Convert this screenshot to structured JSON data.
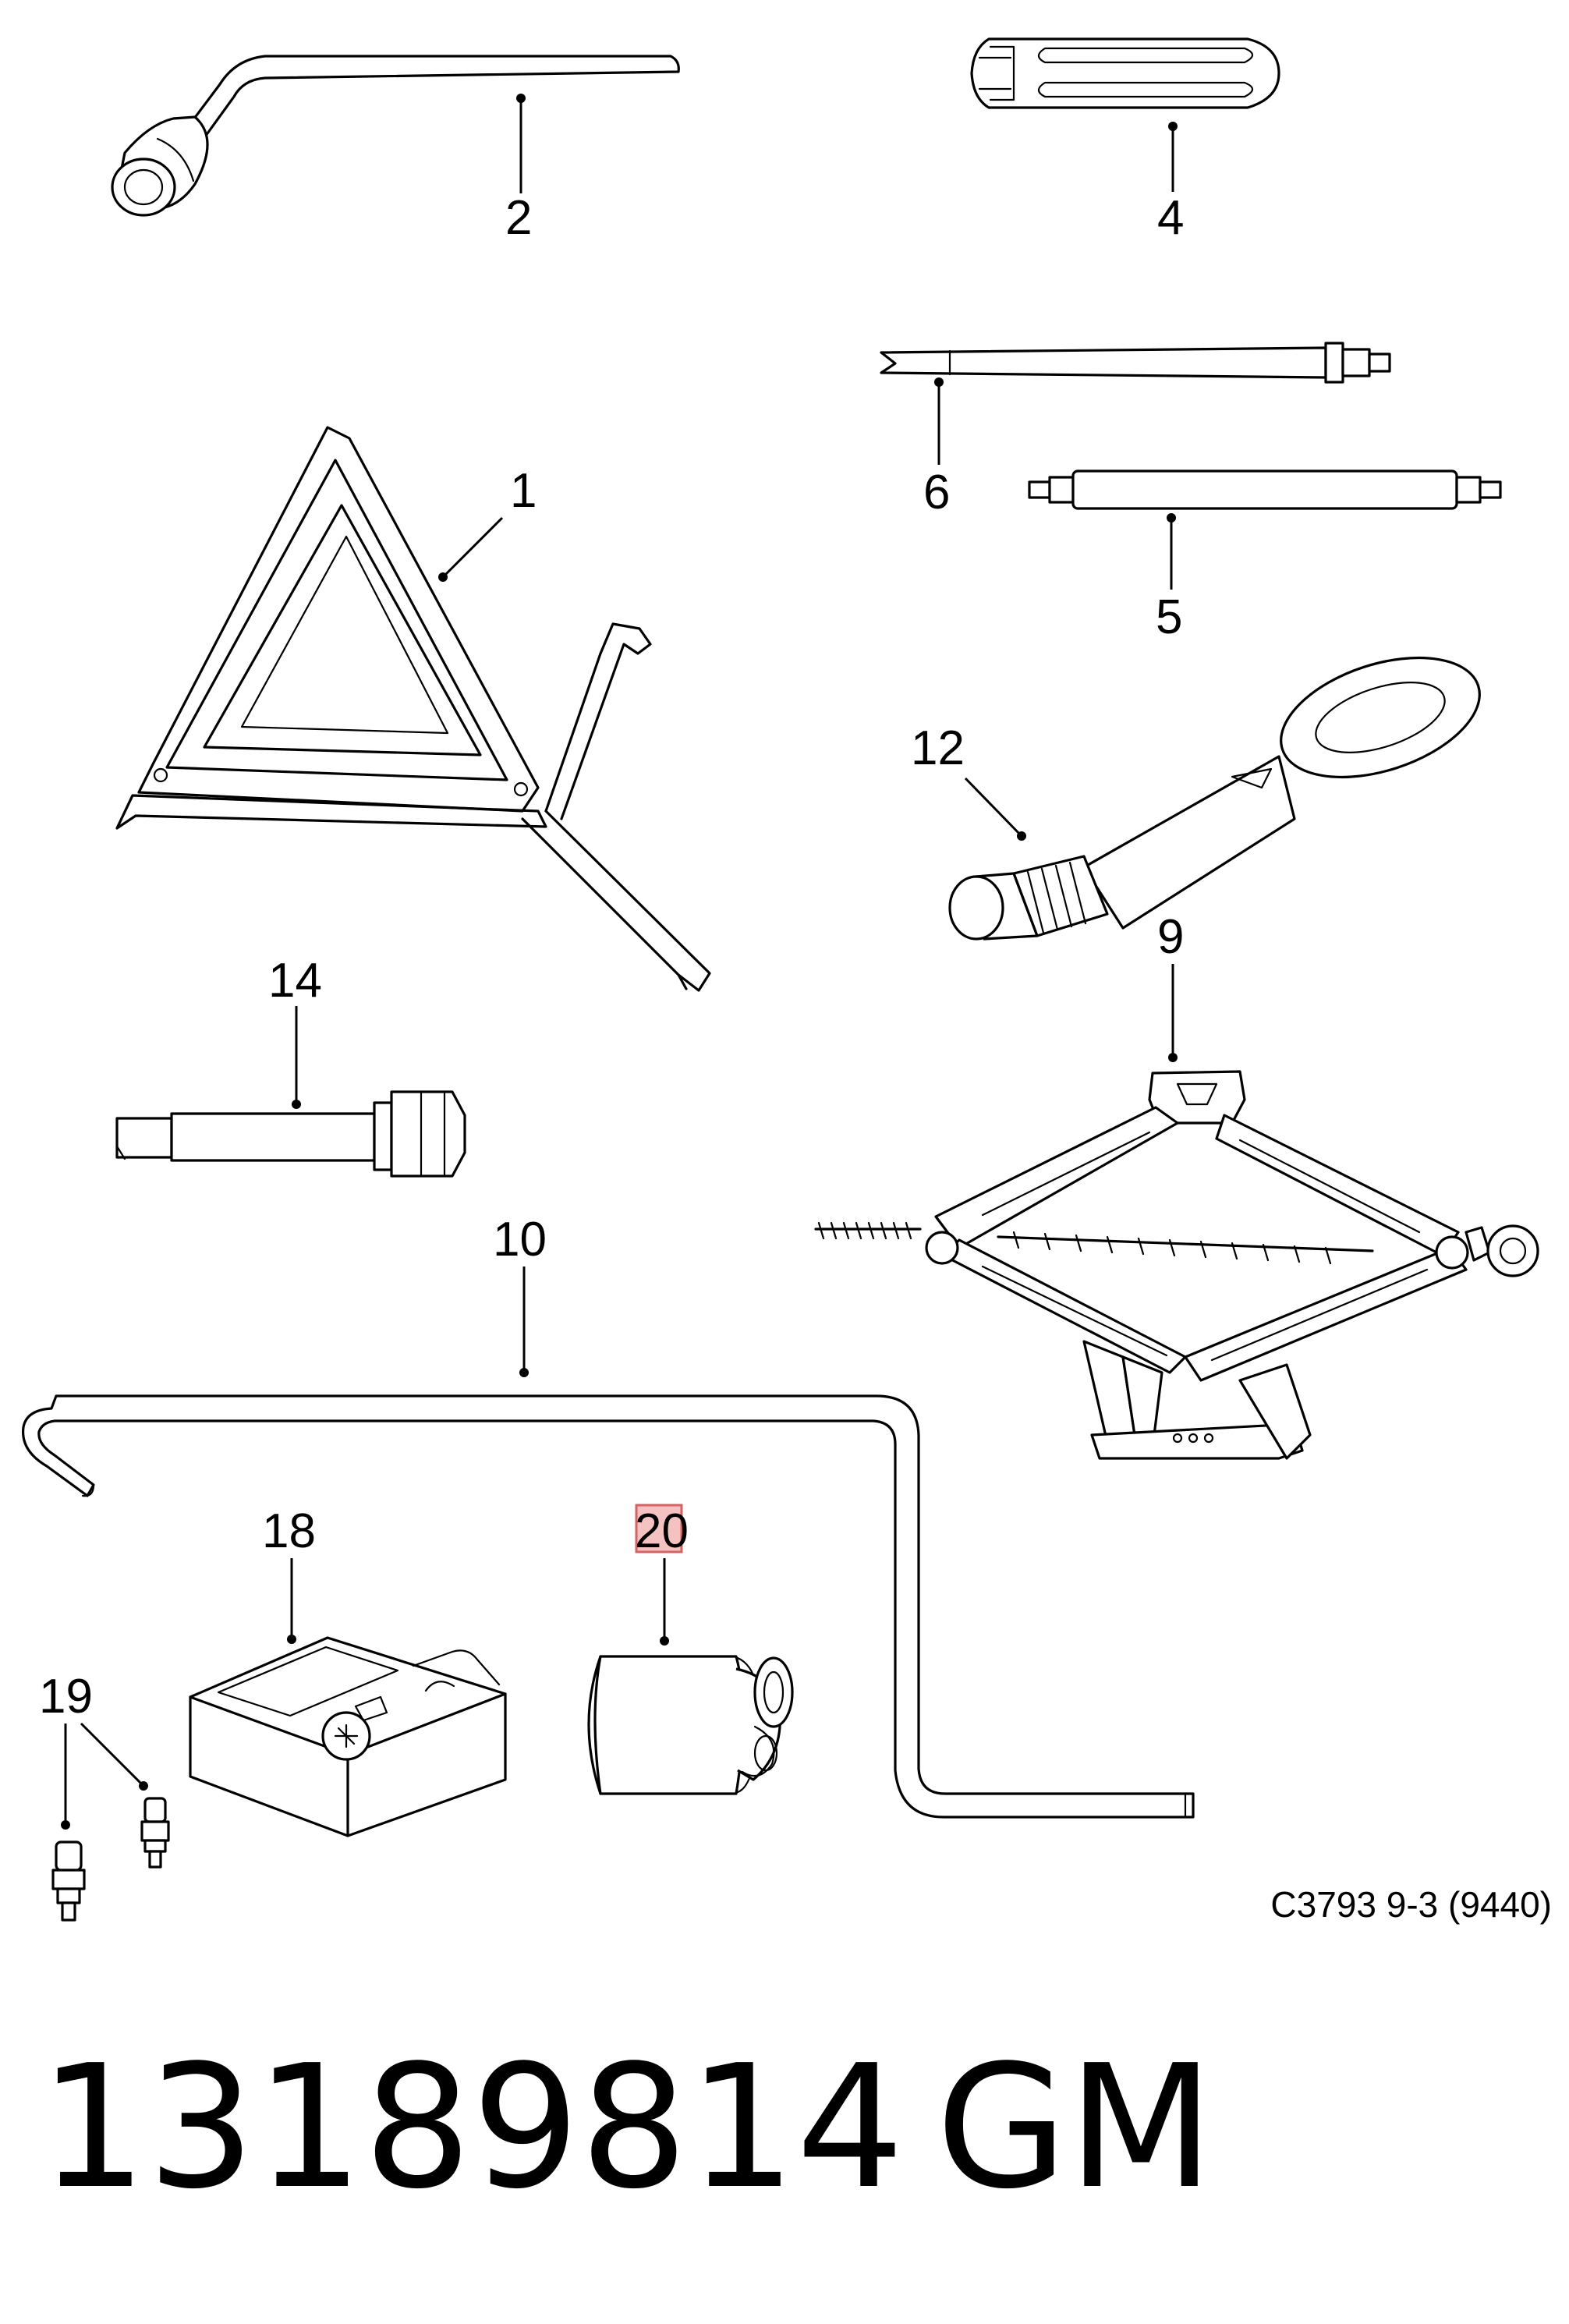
{
  "diagram": {
    "callouts": {
      "c1": "1",
      "c2": "2",
      "c4": "4",
      "c5": "5",
      "c6": "6",
      "c9": "9",
      "c10": "10",
      "c12": "12",
      "c14": "14",
      "c18": "18",
      "c19": "19",
      "c20": "20"
    },
    "reference": "C3793 9-3 (9440)",
    "highlighted_callout": "20",
    "highlight_color": "#f4b8b8"
  },
  "part_number": "13189814",
  "brand": "GM"
}
